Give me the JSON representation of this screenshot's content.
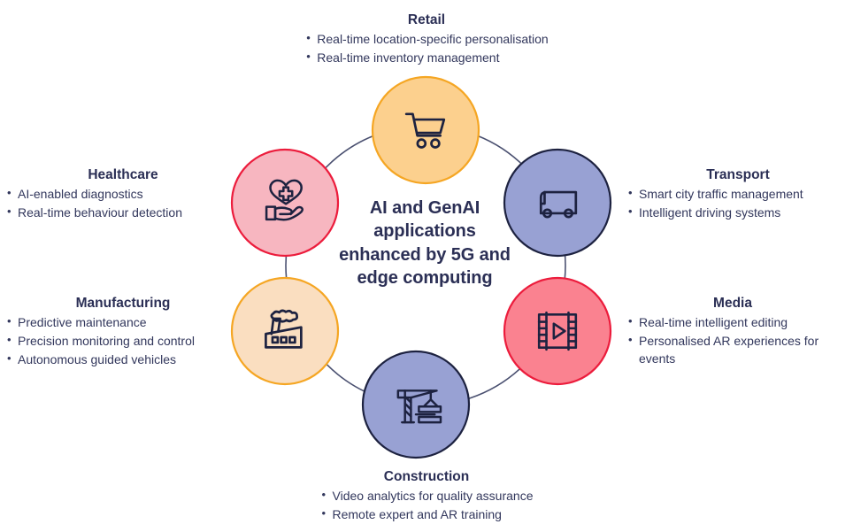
{
  "center": {
    "text": "AI and GenAI applications enhanced by 5G and edge computing"
  },
  "colors": {
    "text_navy": "#2b2f55",
    "ring_line": "#4a5070",
    "retail_fill": "#fcd08e",
    "retail_stroke": "#f5a623",
    "transport_fill": "#98a1d3",
    "transport_stroke": "#1d2240",
    "media_fill": "#fa8290",
    "media_stroke": "#ec1c3c",
    "construction_fill": "#98a1d3",
    "construction_stroke": "#1d2240",
    "manufacturing_fill": "#fadec0",
    "manufacturing_stroke": "#f5a623",
    "healthcare_fill": "#f7b6c0",
    "healthcare_stroke": "#ec1c3c"
  },
  "nodes": [
    {
      "id": "retail",
      "title": "Retail",
      "icon": "shopping-cart-icon",
      "bullets": [
        "Real-time location-specific personalisation",
        "Real-time inventory management"
      ]
    },
    {
      "id": "transport",
      "title": "Transport",
      "icon": "delivery-truck-icon",
      "bullets": [
        "Smart city traffic management",
        "Intelligent driving systems"
      ]
    },
    {
      "id": "media",
      "title": "Media",
      "icon": "film-strip-play-icon",
      "bullets": [
        "Real-time intelligent editing",
        "Personalised AR experiences for events"
      ]
    },
    {
      "id": "construction",
      "title": "Construction",
      "icon": "tower-crane-icon",
      "bullets": [
        "Video analytics for quality assurance",
        "Remote expert and AR training"
      ]
    },
    {
      "id": "manufacturing",
      "title": "Manufacturing",
      "icon": "factory-icon",
      "bullets": [
        "Predictive maintenance",
        "Precision monitoring and control",
        "Autonomous guided vehicles"
      ]
    },
    {
      "id": "healthcare",
      "title": "Healthcare",
      "icon": "hand-holding-heart-icon",
      "bullets": [
        "AI-enabled diagnostics",
        "Real-time behaviour detection"
      ]
    }
  ]
}
